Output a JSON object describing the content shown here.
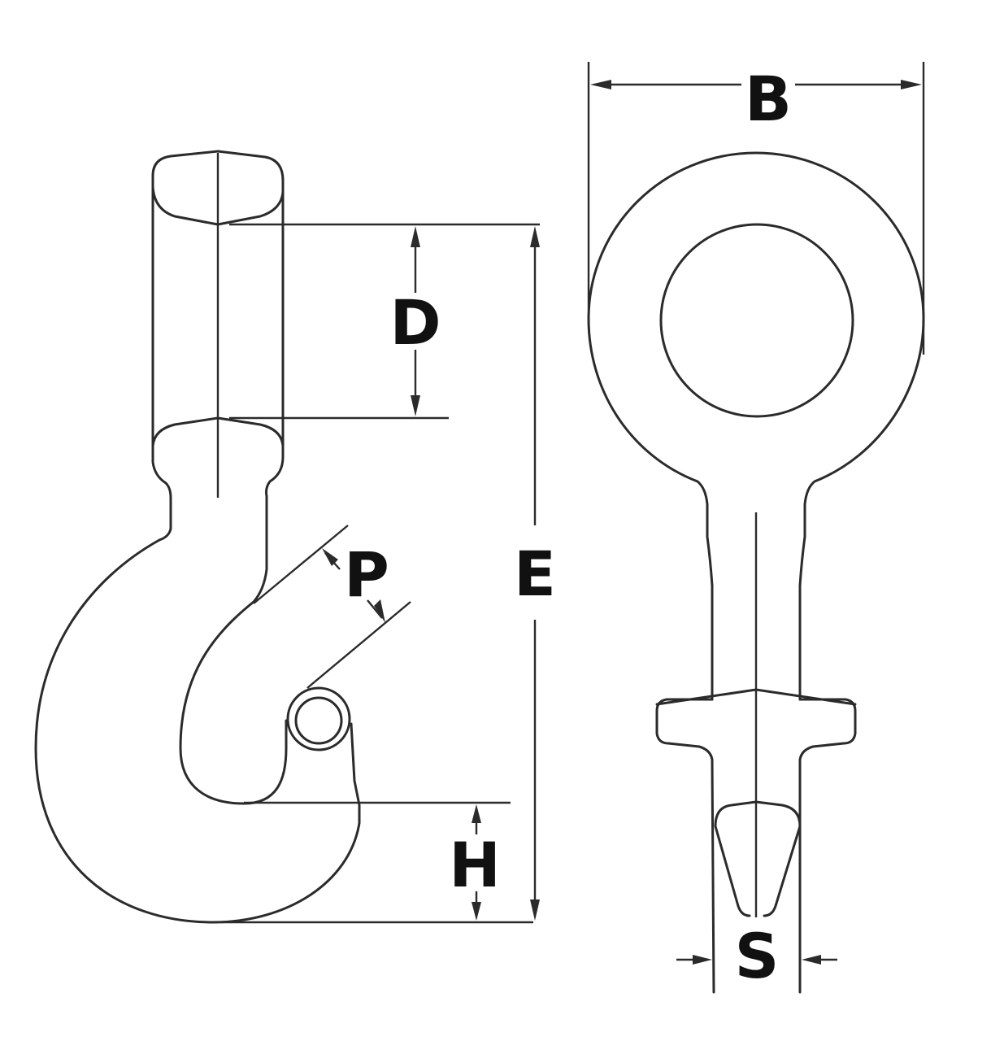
{
  "labels": {
    "B": "B",
    "D": "D",
    "E": "E",
    "P": "P",
    "H": "H",
    "S": "S"
  },
  "colors": {
    "line": "#2b2b2b",
    "text": "#111111",
    "background": "#ffffff"
  }
}
